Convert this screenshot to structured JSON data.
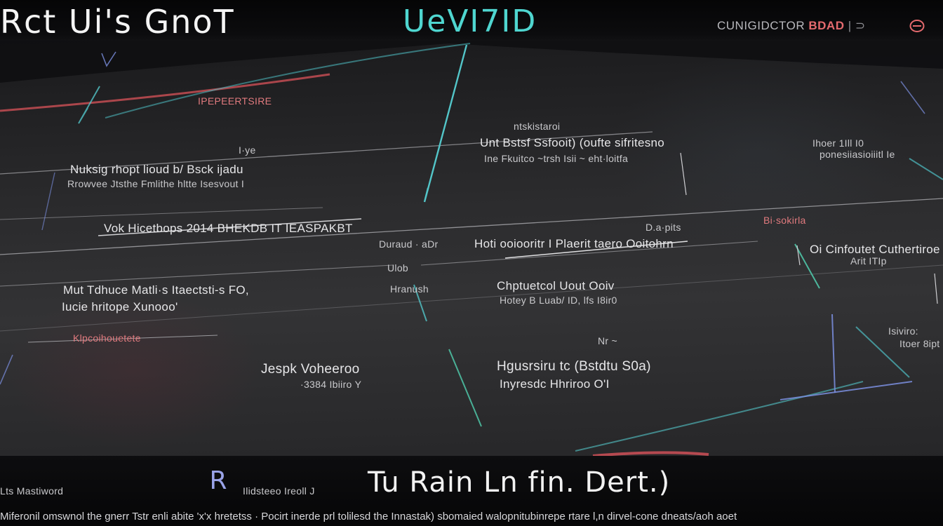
{
  "header": {
    "title_main": "Rct Ui's GnoT",
    "title_accent": "UeVI7ID",
    "brand_part1": "CUNIGIDCTOR",
    "brand_part2": "BDAD",
    "brand_part3": "| ⊃",
    "brand_icon": "circle-icon"
  },
  "board": {
    "labels": {
      "top_center_red": "IPEPEERTSIRE",
      "node_a_title": "I·ye",
      "node_a_line1": "Nuksig rhopt lioud b/ Bsck ijadu",
      "node_a_line2": "Rrowvee Jtsthe Fmlithe hltte Isesvout I",
      "node_b_title": "ntskistaroi",
      "node_b_line1": "Unt Bstsf Ssfooit) (oufte sifritesno",
      "node_b_line2": "Ine Fkuitco ~trsh Isii ~ eht·loitfa",
      "node_c_line1": "Ihoer 1Ill I0",
      "node_c_line2": "ponesiiasioiiitl Ie",
      "row_main": "Vok Hicetbops  2014  BHEKDB IT  IEASPAKBT",
      "tag_right_small": "D.a·pits",
      "tag_far_right_red": "Bi·sokirla",
      "mid_a": "Duraud · aDr",
      "mid_b": "Hoti ooiooritr I Plaerit taero Ooitohrn",
      "mid_c": "Oi  Cinfoutet Cuthertiroe",
      "mid_c2": "Arit  ITIp",
      "tiny_d": "Ulob",
      "left_block1": "Mut Tdhuce Matli·s  Itaectsti-s FO,",
      "left_block2": "Iucie hritope Xunooo'",
      "mid_e": "Hranush",
      "mid_f1": "Chptuetcol Uout Ooiv",
      "mid_f2": "Hotey B Luab/  ID,  lfs I8ir0",
      "red_small_left": "Klpcoihouetete",
      "right_small1": "Isiviro:",
      "right_small2": "Itoer 8ipt",
      "bottom_a1": "Jespk Voheeroo",
      "bottom_a2": "·3384 Ibiiro Y",
      "bottom_b1": "Hgusrsiru  tc (Bstdtu S0a)",
      "bottom_b2": "Inyresdc Hhriroo O'I",
      "tiny_e": "Nr ~"
    }
  },
  "footer": {
    "left_label": "Lts Mastiword",
    "badge_letter": "R",
    "badge_sub": "Ilidsteeo  Ireoll J",
    "headline": "Tu Rain Ln fin. Dert.)",
    "caption": "Miferonil omswnol the gnerr Tstr enli abite 'x'x hretetss ·   Pocirt inerde prl tolilesd  the Innastak) sbomaied walopnitubinrepe rtare l,n dirvel-cone  dneats/aoh aoet"
  },
  "colors": {
    "accent": "#4fd6d0",
    "brand_red": "#e46a6e",
    "badge_blue": "#9aa3e8"
  }
}
